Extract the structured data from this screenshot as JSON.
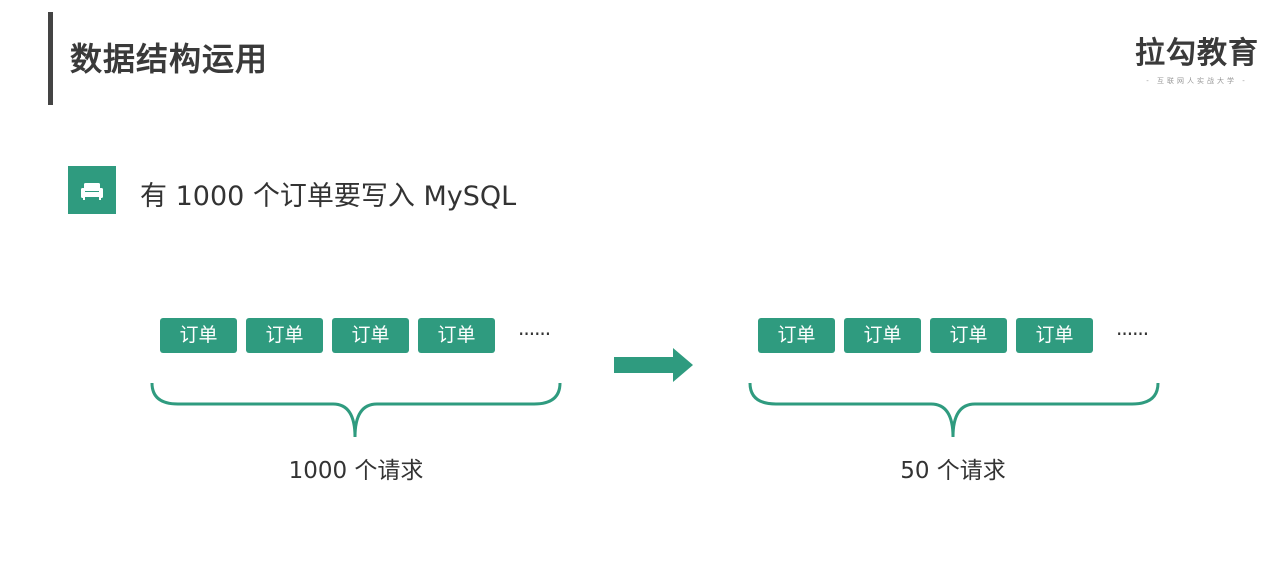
{
  "header": {
    "title": "数据结构运用"
  },
  "logo": {
    "name": "拉勾教育",
    "tagline": "- 互联网人实战大学 -"
  },
  "section": {
    "icon": "sofa-icon",
    "heading": "有 1000 个订单要写入 MySQL"
  },
  "diagram": {
    "before": {
      "orders": [
        "订单",
        "订单",
        "订单",
        "订单"
      ],
      "ellipsis": "······",
      "caption": "1000 个请求"
    },
    "after": {
      "orders": [
        "订单",
        "订单",
        "订单",
        "订单"
      ],
      "ellipsis": "······",
      "caption": "50 个请求"
    },
    "arrow_icon": "right-arrow-icon"
  },
  "colors": {
    "accent": "#2f9b7f",
    "title_bar": "#444444",
    "text": "#333333"
  }
}
